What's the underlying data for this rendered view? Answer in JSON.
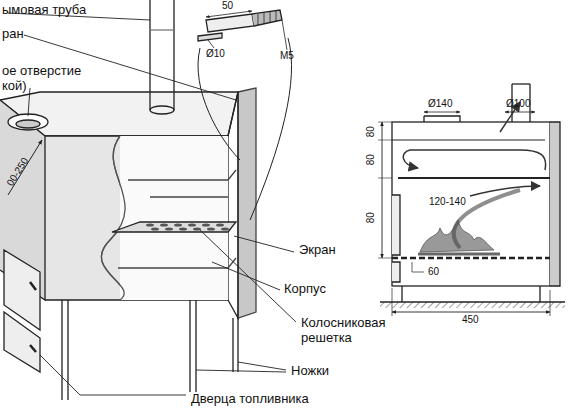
{
  "diagram": {
    "labels": [
      "ымовая труба",
      "ран",
      "ое отверстие",
      "кой)",
      "50",
      "Ø10",
      "M5",
      "00-250",
      "Экран",
      "Корпус",
      "Колосниковая решетка",
      "Ножки",
      "Дверца топливника",
      "Ø140",
      "Ø100",
      "80",
      "80",
      "80",
      "120-140",
      "60",
      "450"
    ]
  }
}
